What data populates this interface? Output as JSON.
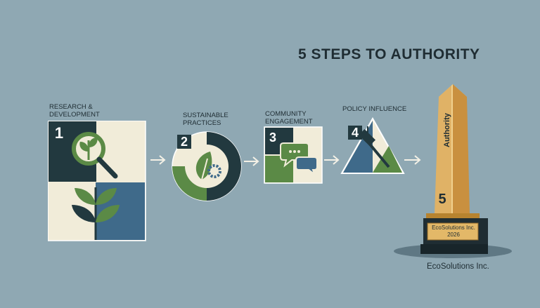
{
  "title": "5 STEPS TO AUTHORITY",
  "steps": [
    {
      "number": "1",
      "label_line1": "RESEARCH &",
      "label_line2": "DEVELOPMENT"
    },
    {
      "number": "2",
      "label_line1": "SUSTAINABLE",
      "label_line2": "PRACTICES"
    },
    {
      "number": "3",
      "label_line1": "COMMUNITY",
      "label_line2": "ENGAGEMENT"
    },
    {
      "number": "4",
      "label_line1": "POLICY INFLUENCE",
      "label_line2": ""
    },
    {
      "number": "5",
      "label_line1": "Authority",
      "label_line2": ""
    }
  ],
  "plaque": {
    "line1": "EcoSolutions Inc.",
    "line2": "2026"
  },
  "company": "EcoSolutions Inc.",
  "colors": {
    "background": "#8fa8b3",
    "dark_teal": "#22393f",
    "green": "#5b8a46",
    "blue": "#3f6a8a",
    "cream": "#f1ecd9",
    "gold": "#d9a85a"
  },
  "icons": [
    "magnifier-leaf-icon",
    "plant-icon",
    "leaf-gear-icon",
    "chat-bubbles-icon",
    "gavel-icon",
    "obelisk-trophy-icon"
  ]
}
